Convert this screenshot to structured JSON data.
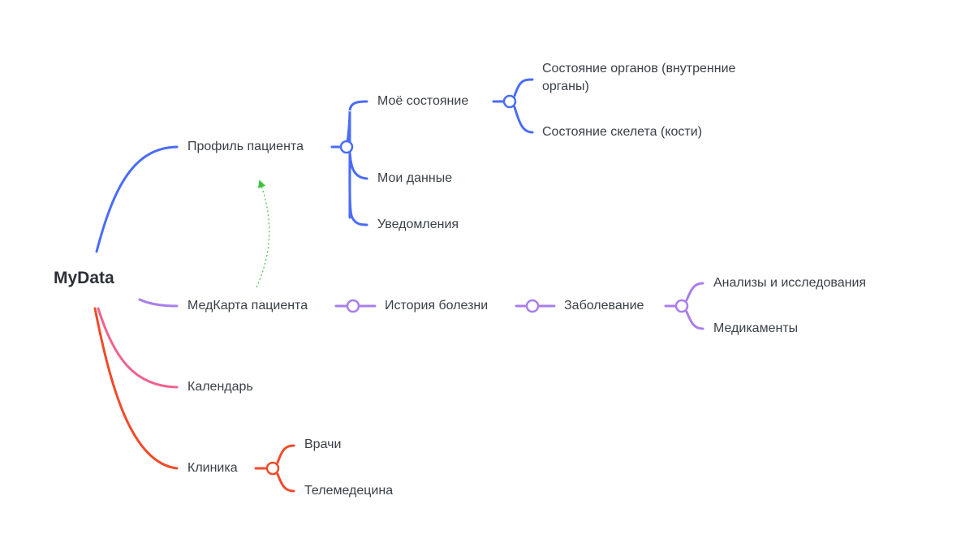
{
  "mindmap": {
    "root": "MyData",
    "colors": {
      "profile": "#4A6CF7",
      "medcard": "#A97EEB",
      "calendar": "#F0628E",
      "clinic": "#F04B2A",
      "link": "#3FC23F"
    },
    "profile": {
      "label": "Профиль пациента",
      "my_state": {
        "label": "Моё состояние",
        "organs": "Состояние органов (внутренние органы)",
        "skeleton": "Состояние скелета (кости)"
      },
      "my_data": "Мои данные",
      "notifications": "Уведомления"
    },
    "medcard": {
      "label": "МедКарта пациента",
      "history": "История болезни",
      "disease": "Заболевание",
      "analyses": "Анализы и исследования",
      "medications": "Медикаменты"
    },
    "calendar": {
      "label": "Календарь"
    },
    "clinic": {
      "label": "Клиника",
      "doctors": "Врачи",
      "telemedicine": "Телемедецина"
    }
  }
}
